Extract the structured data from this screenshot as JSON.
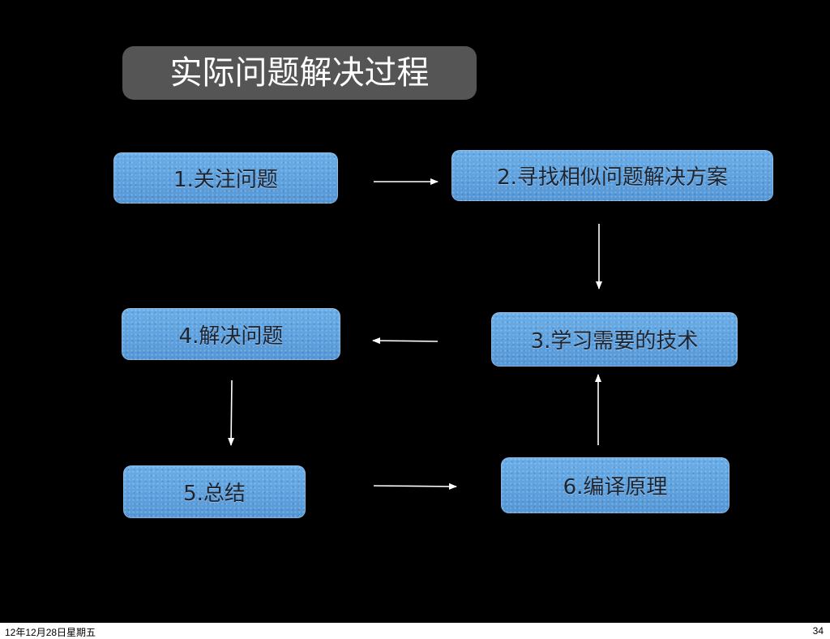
{
  "slide": {
    "title": "实际问题解决过程",
    "background_color": "#000000",
    "title_box_color": "#555555",
    "step_box_color": "#5a9fdc",
    "arrow_color": "#ffffff"
  },
  "steps": [
    {
      "label": "1.关注问题"
    },
    {
      "label": "2.寻找相似问题解决方案"
    },
    {
      "label": "3.学习需要的技术"
    },
    {
      "label": "4.解决问题"
    },
    {
      "label": "5.总结"
    },
    {
      "label": "6.编译原理"
    }
  ],
  "flow": [
    {
      "from": "1.关注问题",
      "to": "2.寻找相似问题解决方案"
    },
    {
      "from": "2.寻找相似问题解决方案",
      "to": "3.学习需要的技术"
    },
    {
      "from": "3.学习需要的技术",
      "to": "4.解决问题"
    },
    {
      "from": "4.解决问题",
      "to": "5.总结"
    },
    {
      "from": "5.总结",
      "to": "6.编译原理"
    },
    {
      "from": "6.编译原理",
      "to": "3.学习需要的技术"
    }
  ],
  "footer": {
    "date": "12年12月28日星期五",
    "page_number": "34"
  }
}
